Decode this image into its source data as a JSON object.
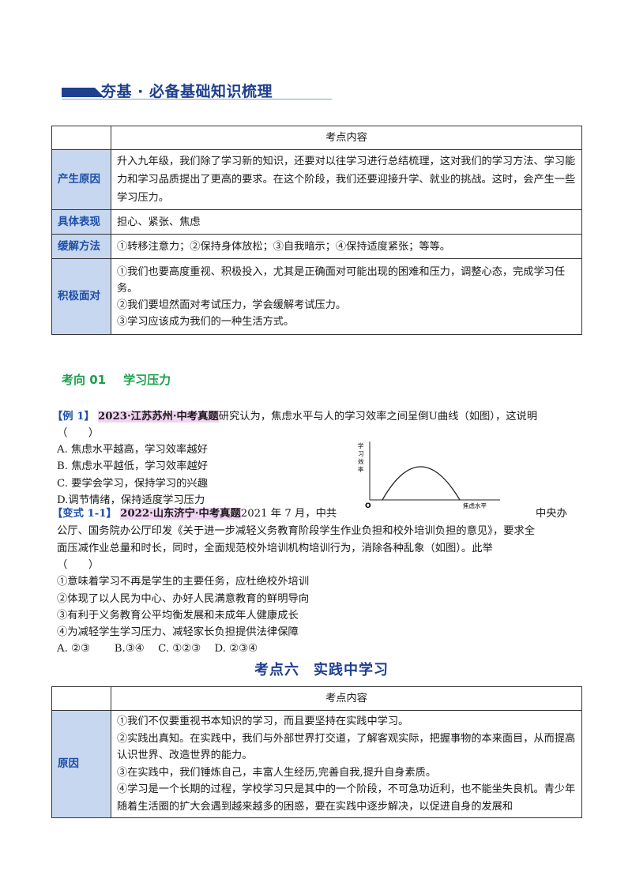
{
  "header": {
    "title": "夯基 · 必备基础知识梳理"
  },
  "table1": {
    "head": "考点内容",
    "rows": [
      {
        "label": "产生原因",
        "text": "升入九年级，我们除了学习新的知识，还要对以往学习进行总结梳理，这对我们的学习方法、学习能力和学习品质提出了更高的要求。在这个阶段，我们还要迎接升学、就业的挑战。这时，会产生一些学习压力。"
      },
      {
        "label": "具体表现",
        "text": "担心、紧张、焦虑"
      },
      {
        "label": "缓解方法",
        "text": "①转移注意力；②保持身体放松；③自我暗示；④保持适度紧张；等等。"
      },
      {
        "label": "积极面对",
        "lines": [
          "①我们也要高度重视、积极投入，尤其是正确面对可能出现的困难和压力，调整心态，完成学习任务。",
          "②我们要坦然面对考试压力，学会缓解考试压力。",
          "③学习应该成为我们的一种生活方式。"
        ]
      }
    ]
  },
  "section1": {
    "num": "考向 01",
    "name": "学习压力"
  },
  "example1": {
    "tag": "【例 1】",
    "source": "2023·江苏苏州·中考真题",
    "stem": "研究认为，焦虑水平与人的学习效率之间呈倒U曲线（如图），这说明",
    "blank": "（　　）",
    "options": [
      "A.  焦虑水平越高，学习效率越好",
      "B.  焦虑水平越低，学习效率越好",
      "C.  要学会学习，保持学习的兴趣",
      "D.调节情绪，保持适度学习压力"
    ],
    "figure": {
      "ylabel": "学习效率",
      "xlabel": "焦虑水平",
      "origin": "O"
    }
  },
  "variant1": {
    "tag": "【变式 1-1】",
    "source": "2022·山东济宁·中考真题",
    "stem1a": "2021 年 7 月，中共",
    "stem1b": "中央办",
    "stem2": "公厅、国务院办公厅印发《关于进一步减轻义务教育阶段学生作业负担和校外培训负担的意见》，要求全",
    "stem3": "面压减作业总量和时长，同时，全面规范校外培训机构培训行为，消除各种乱象（如图）。此举",
    "blank": "（　　）",
    "items": [
      "①意味着学习不再是学生的主要任务，应杜绝校外培训",
      "②体现了以人民为中心、办好人民满意教育的鲜明导向",
      "③有利于义务教育公平均衡发展和未成年人健康成长",
      "④为减轻学生学习压力、减轻家长负担提供法律保障"
    ],
    "answers": "A.  ②③　　  B.③④　  C.  ①②③　   D.  ②③④"
  },
  "section2": {
    "num": "考点六",
    "name": "实践中学习"
  },
  "table2": {
    "head": "考点内容",
    "label": "原因",
    "lines": [
      "①我们不仅要重视书本知识的学习，而且要坚持在实践中学习。",
      "②实践出真知。在实践中，我们与外部世界打交道，了解客观实际，把握事物的本来面目，从而提高认识世界、改造世界的能力。",
      "③在实践中，我们锤炼自己，丰富人生经历,完善自我,提升自身素质。",
      "④学习是一个长期的过程，学校学习只是其中的一个阶段，不可急功近利，也不能坐失良机。青少年随着生活圈的扩大会遇到越来越多的困惑，要在实践中逐步解决，以促进自身的发展和"
    ]
  }
}
